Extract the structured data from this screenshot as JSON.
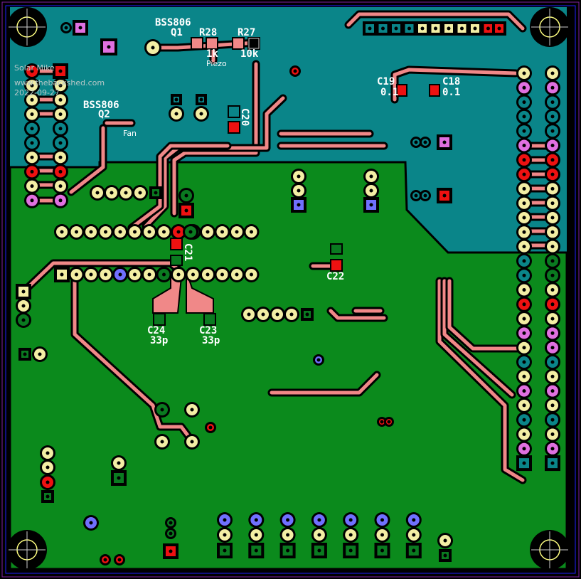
{
  "board": {
    "credit_author": "Solar Mike",
    "credit_site": "www.thebackshed.com",
    "credit_date": "2022-09-27",
    "colors": {
      "top_copper": "#0a8589",
      "bottom_copper": "#0b8a1c",
      "trace": "#f08888",
      "pad": "#f3eea4",
      "pad_red": "#ee1111",
      "pad_pink": "#e070e0",
      "outline": "#2020ff"
    }
  },
  "components": {
    "q1": {
      "part": "BSS806",
      "ref": "Q1"
    },
    "r28": {
      "ref": "R28",
      "value": "1k"
    },
    "r27": {
      "ref": "R27",
      "value": "10k"
    },
    "piezo": "Piezo",
    "q2": {
      "part": "BSS806",
      "ref": "Q2"
    },
    "fan": "Fan",
    "c20": "C20",
    "c19": {
      "ref": "C19",
      "value": "0.1"
    },
    "c18": {
      "ref": "C18",
      "value": "0.1"
    },
    "c21": "C21",
    "c22": "C22",
    "c24": {
      "ref": "C24",
      "value": "33p"
    },
    "c23": {
      "ref": "C23",
      "value": "33p"
    }
  }
}
